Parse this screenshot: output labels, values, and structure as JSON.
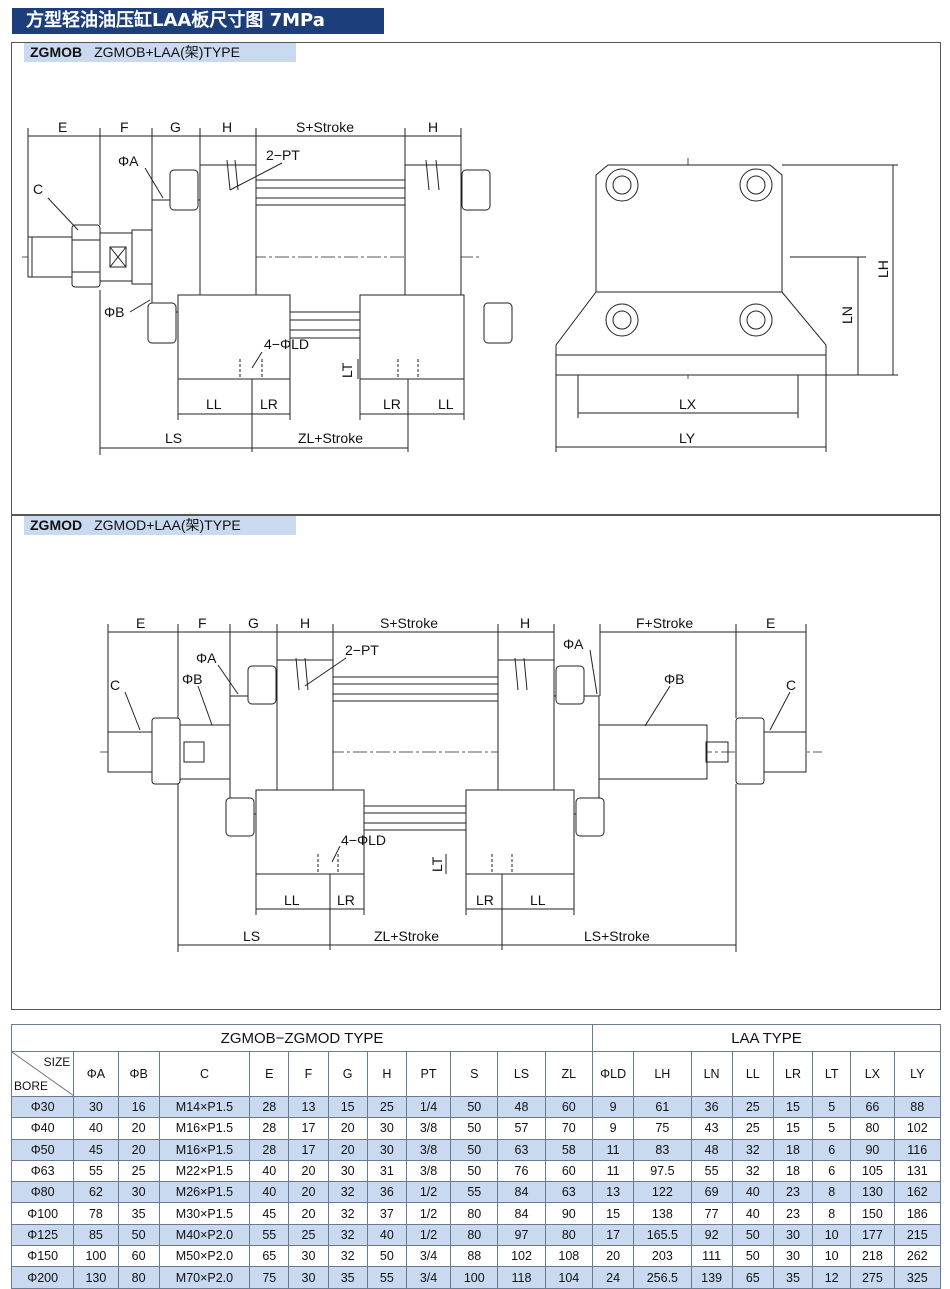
{
  "title": "方型轻油油压缸LAA板尺寸图 7MPa",
  "sections": [
    {
      "code": "ZGMOB",
      "label": "ZGMOB+LAA(架)TYPE"
    },
    {
      "code": "ZGMOD",
      "label": "ZGMOD+LAA(架)TYPE"
    }
  ],
  "drawing_top": {
    "dims": {
      "E": "E",
      "F": "F",
      "G": "G",
      "H": "H",
      "S": "S+Stroke",
      "PT": "2−PT",
      "PHIA": "ΦA",
      "C": "C",
      "PHIB": "ΦB",
      "LD": "4−ΦLD",
      "LT": "LT",
      "LL": "LL",
      "LR": "LR",
      "LS": "LS",
      "ZL": "ZL+Stroke",
      "LH": "LH",
      "LN": "LN",
      "LX": "LX",
      "LY": "LY"
    }
  },
  "drawing_bottom": {
    "dims": {
      "E": "E",
      "F": "F",
      "G": "G",
      "H": "H",
      "S": "S+Stroke",
      "FS": "F+Stroke",
      "PT": "2−PT",
      "PHIA": "ΦA",
      "C": "C",
      "PHIB": "ΦB",
      "LD": "4−ΦLD",
      "LT": "LT",
      "LL": "LL",
      "LR": "LR",
      "LS": "LS",
      "ZL": "ZL+Stroke",
      "LSS": "LS+Stroke"
    }
  },
  "table": {
    "group1": "ZGMOB−ZGMOD TYPE",
    "group2": "LAA TYPE",
    "size_label": "SIZE",
    "bore_label": "BORE",
    "columns": [
      "ΦA",
      "ΦB",
      "C",
      "E",
      "F",
      "G",
      "H",
      "PT",
      "S",
      "LS",
      "ZL",
      "ΦLD",
      "LH",
      "LN",
      "LL",
      "LR",
      "LT",
      "LX",
      "LY"
    ],
    "rows": [
      [
        "Φ30",
        "30",
        "16",
        "M14×P1.5",
        "28",
        "13",
        "15",
        "25",
        "1/4",
        "50",
        "48",
        "60",
        "9",
        "61",
        "36",
        "25",
        "15",
        "5",
        "66",
        "88"
      ],
      [
        "Φ40",
        "40",
        "20",
        "M16×P1.5",
        "28",
        "17",
        "20",
        "30",
        "3/8",
        "50",
        "57",
        "70",
        "9",
        "75",
        "43",
        "25",
        "15",
        "5",
        "80",
        "102"
      ],
      [
        "Φ50",
        "45",
        "20",
        "M16×P1.5",
        "28",
        "17",
        "20",
        "30",
        "3/8",
        "50",
        "63",
        "58",
        "11",
        "83",
        "48",
        "32",
        "18",
        "6",
        "90",
        "116"
      ],
      [
        "Φ63",
        "55",
        "25",
        "M22×P1.5",
        "40",
        "20",
        "30",
        "31",
        "3/8",
        "50",
        "76",
        "60",
        "11",
        "97.5",
        "55",
        "32",
        "18",
        "6",
        "105",
        "131"
      ],
      [
        "Φ80",
        "62",
        "30",
        "M26×P1.5",
        "40",
        "20",
        "32",
        "36",
        "1/2",
        "55",
        "84",
        "63",
        "13",
        "122",
        "69",
        "40",
        "23",
        "8",
        "130",
        "162"
      ],
      [
        "Φ100",
        "78",
        "35",
        "M30×P1.5",
        "45",
        "20",
        "32",
        "37",
        "1/2",
        "80",
        "84",
        "90",
        "15",
        "138",
        "77",
        "40",
        "23",
        "8",
        "150",
        "186"
      ],
      [
        "Φ125",
        "85",
        "50",
        "M40×P2.0",
        "55",
        "25",
        "32",
        "40",
        "1/2",
        "80",
        "97",
        "80",
        "17",
        "165.5",
        "92",
        "50",
        "30",
        "10",
        "177",
        "215"
      ],
      [
        "Φ150",
        "100",
        "60",
        "M50×P2.0",
        "65",
        "30",
        "32",
        "50",
        "3/4",
        "88",
        "102",
        "108",
        "20",
        "203",
        "111",
        "50",
        "30",
        "10",
        "218",
        "262"
      ],
      [
        "Φ200",
        "130",
        "80",
        "M70×P2.0",
        "75",
        "30",
        "35",
        "55",
        "3/4",
        "100",
        "118",
        "104",
        "24",
        "256.5",
        "139",
        "65",
        "35",
        "12",
        "275",
        "325"
      ]
    ]
  }
}
